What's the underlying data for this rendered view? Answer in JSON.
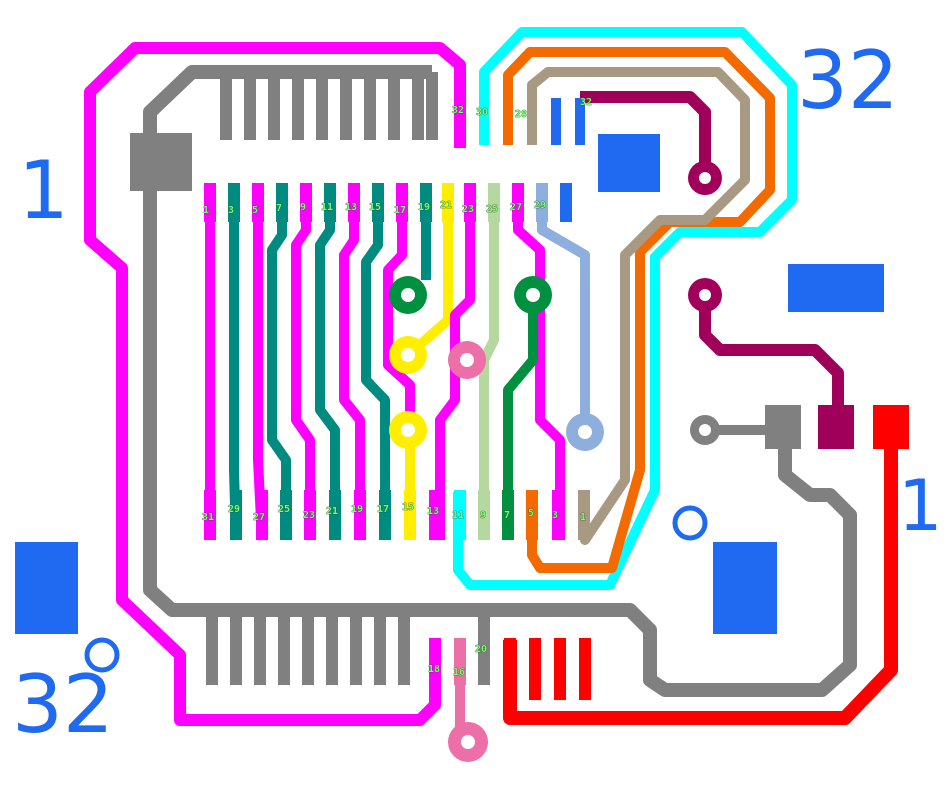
{
  "colors": {
    "magenta": "#ff00ff",
    "gray": "#808080",
    "teal": "#008b80",
    "cyan": "#00ffff",
    "orange": "#f26a00",
    "tan": "#a89a82",
    "maroon": "#a0005a",
    "yellow": "#ffee00",
    "pink": "#ec6fa8",
    "green": "#009040",
    "lightgreen": "#b5d8a0",
    "lightblue": "#8eaedd",
    "red": "#ff0000",
    "blue": "#1f6af0",
    "pinlabel": "#7CFC72"
  },
  "corner_labels": {
    "top_left_number": "1",
    "top_right_number": "32",
    "bottom_left_number": "32",
    "right_number": "1"
  },
  "top_pin_labels": [
    "32",
    "30",
    "28",
    "32"
  ],
  "upper_row_labels": [
    "1",
    "3",
    "5",
    "7",
    "9",
    "11",
    "13",
    "15",
    "17",
    "19",
    "21",
    "23",
    "25",
    "27",
    "29"
  ],
  "lower_row_labels": [
    "31",
    "29",
    "27",
    "25",
    "23",
    "21",
    "19",
    "17",
    "15",
    "13",
    "11",
    "9",
    "7",
    "5",
    "3",
    "1"
  ],
  "bottom_pin_labels": [
    "18",
    "16",
    "20"
  ]
}
